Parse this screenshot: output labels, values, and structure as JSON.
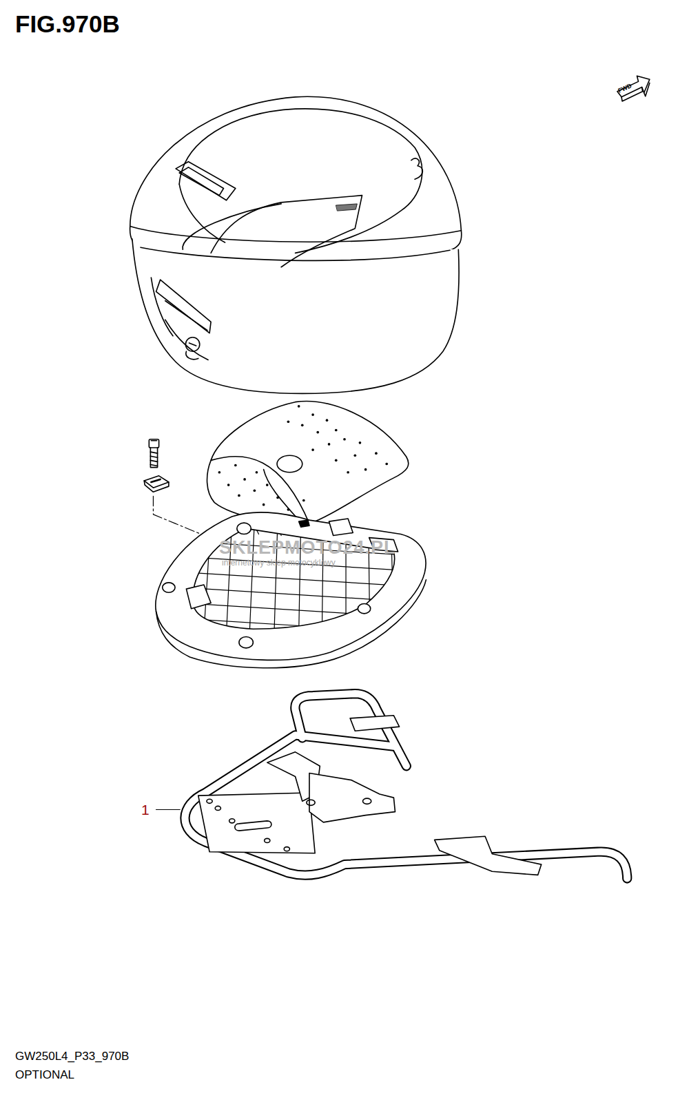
{
  "diagram": {
    "title": "FIG.970B",
    "caption": "OPTIONAL",
    "labels": [
      "FWD",
      "1",
      "GW250L4_P33_970B",
      "SKLEPMOTO24.PL",
      "internetowy sklep motocyklowy"
    ]
  }
}
